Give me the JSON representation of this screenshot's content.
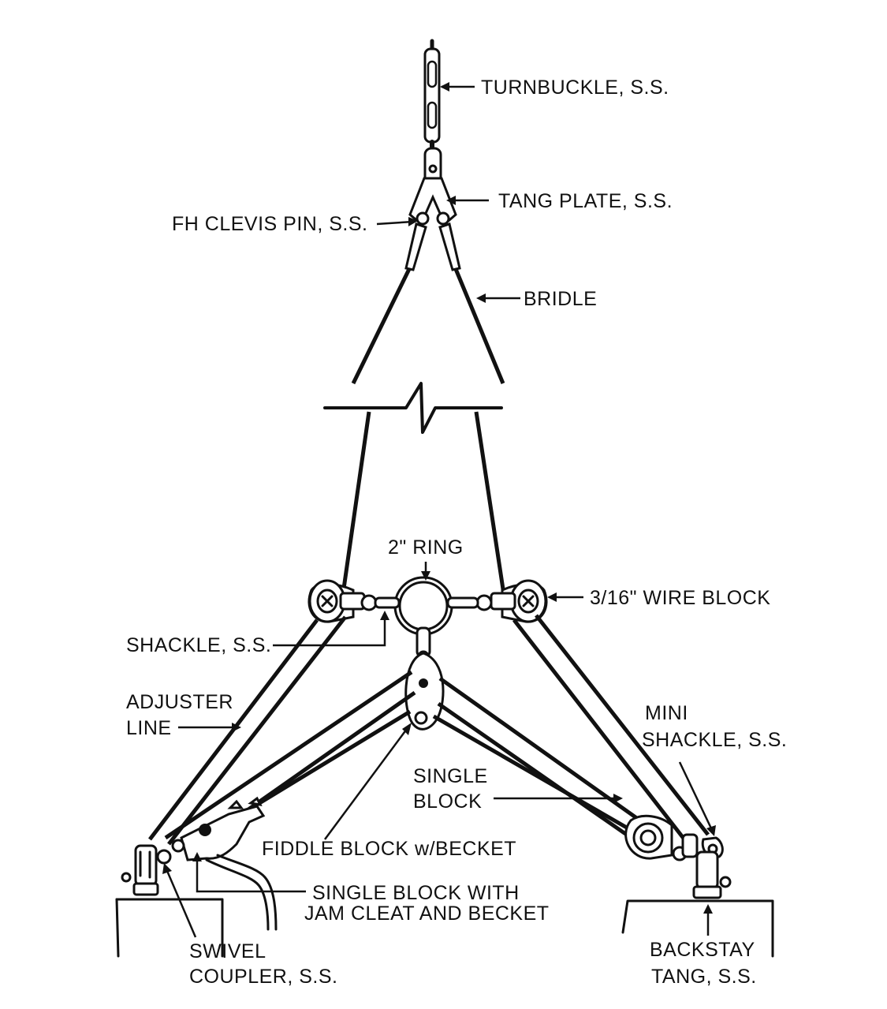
{
  "labels": {
    "turnbuckle": "TURNBUCKLE, S.S.",
    "tang_plate": "TANG PLATE, S.S.",
    "fh_clevis_pin": "FH CLEVIS PIN, S.S.",
    "bridle": "BRIDLE",
    "ring": "2\" RING",
    "wire_block": "3/16\" WIRE BLOCK",
    "shackle": "SHACKLE, S.S.",
    "adjuster_line_1": "ADJUSTER",
    "adjuster_line_2": "LINE",
    "mini_shackle_1": "MINI",
    "mini_shackle_2": "SHACKLE, S.S.",
    "single_block_1": "SINGLE",
    "single_block_2": "BLOCK",
    "fiddle_block": "FIDDLE BLOCK w/BECKET",
    "single_block_jam_1": "SINGLE BLOCK WITH",
    "single_block_jam_2": "JAM CLEAT AND BECKET",
    "swivel_coupler_1": "SWIVEL",
    "swivel_coupler_2": "COUPLER, S.S.",
    "backstay_tang_1": "BACKSTAY",
    "backstay_tang_2": "TANG, S.S."
  },
  "colors": {
    "ink": "#111111",
    "paper": "#ffffff"
  }
}
